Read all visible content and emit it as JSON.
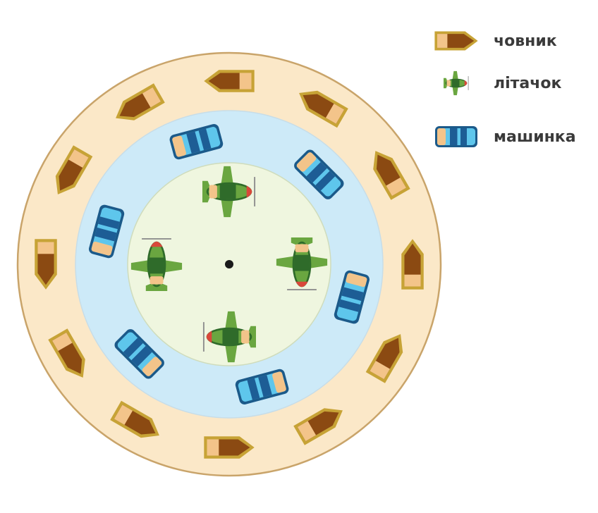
{
  "legend": [
    {
      "kind": "boat",
      "label": "човник"
    },
    {
      "kind": "plane",
      "label": "літачок"
    },
    {
      "kind": "car",
      "label": "машинка"
    }
  ],
  "rings": [
    {
      "name": "outer-ring",
      "color": "#fbe8c8",
      "items": "boat",
      "count": 12
    },
    {
      "name": "middle-ring",
      "color": "#cdeaf8",
      "items": "car",
      "count": 6
    },
    {
      "name": "inner-ring",
      "color": "#eff6df",
      "items": "plane",
      "count": 4
    }
  ],
  "colors": {
    "boat_body": "#8b4a12",
    "boat_edge": "#c7a336",
    "boat_seat": "#f3c48a",
    "plane_body": "#6aa640",
    "plane_dark": "#2f6b2a",
    "plane_nose": "#d9473a",
    "car_light": "#5ec6ec",
    "car_dark": "#1d5d95",
    "car_edge": "#1b5a8a",
    "car_seat": "#f3c48a"
  }
}
